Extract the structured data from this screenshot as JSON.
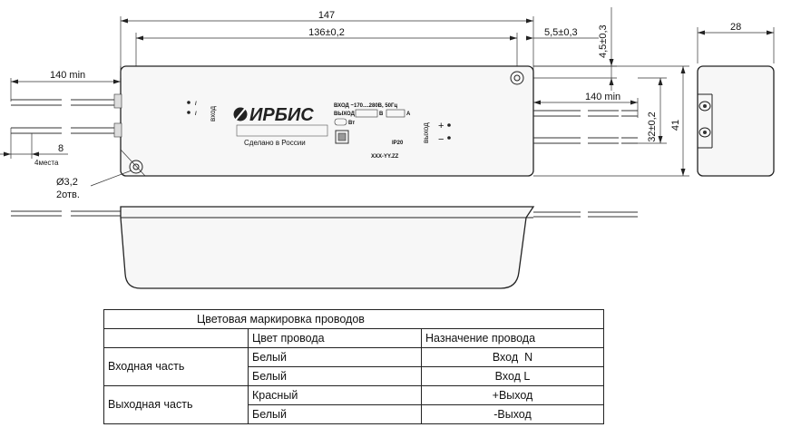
{
  "dimensions": {
    "total_length": "147",
    "hole_spacing": "136±0,2",
    "edge_offset": "5,5±0,3",
    "hole_height_offset": "4,5±0,3",
    "side_width": "28",
    "input_wire_length": "140 min",
    "output_wire_length": "140 min",
    "strip_length": "8",
    "strip_count": "4места",
    "hole_diameter": "Ø3,2",
    "hole_count": "2отв.",
    "wire_spacing": "32±0,2",
    "height": "41"
  },
  "label": {
    "input_text": "вход",
    "output_text": "выход",
    "brand": "ИРБИС",
    "made_in": "Сделано в России",
    "spec_input": "ВХОД ~170....280В, 50Гц",
    "spec_output": "ВЫХОД",
    "spec_v": "В",
    "spec_a": "А",
    "spec_w": "Вт",
    "ip_rating": "IP20",
    "model": "XXX-YY.ZZ",
    "plus": "+",
    "minus": "−"
  },
  "table": {
    "title": "Цветовая маркировка проводов",
    "col_color": "Цвет провода",
    "col_purpose": "Назначение провода",
    "groups": [
      {
        "name": "Входная часть",
        "rows": [
          {
            "color": "Белый",
            "purpose": "Вход  N"
          },
          {
            "color": "Белый",
            "purpose": "Вход L"
          }
        ]
      },
      {
        "name": "Выходная часть",
        "rows": [
          {
            "color": "Красный",
            "purpose": "+Выход"
          },
          {
            "color": "Белый",
            "purpose": "-Выход"
          }
        ]
      }
    ]
  }
}
